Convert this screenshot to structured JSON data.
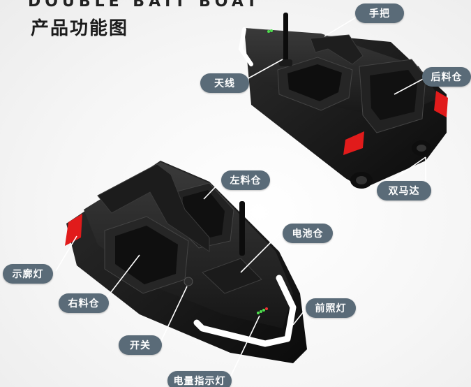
{
  "header": {
    "top_strip_text": "DOUBLE BAIT BOAT",
    "title": "产品功能图"
  },
  "labels": {
    "handle": "手把",
    "antenna": "天线",
    "rear_hopper": "后料仓",
    "dual_motor": "双马达",
    "left_hopper": "左料仓",
    "battery_bay": "电池仓",
    "indicator_light": "示廓灯",
    "right_hopper": "右料仓",
    "headlight": "前照灯",
    "switch": "开关",
    "battery_indicator": "电量指示灯"
  },
  "colors": {
    "hull": "#151515",
    "accent_red": "#e11b1b",
    "label_bg": "#5a6b78"
  }
}
